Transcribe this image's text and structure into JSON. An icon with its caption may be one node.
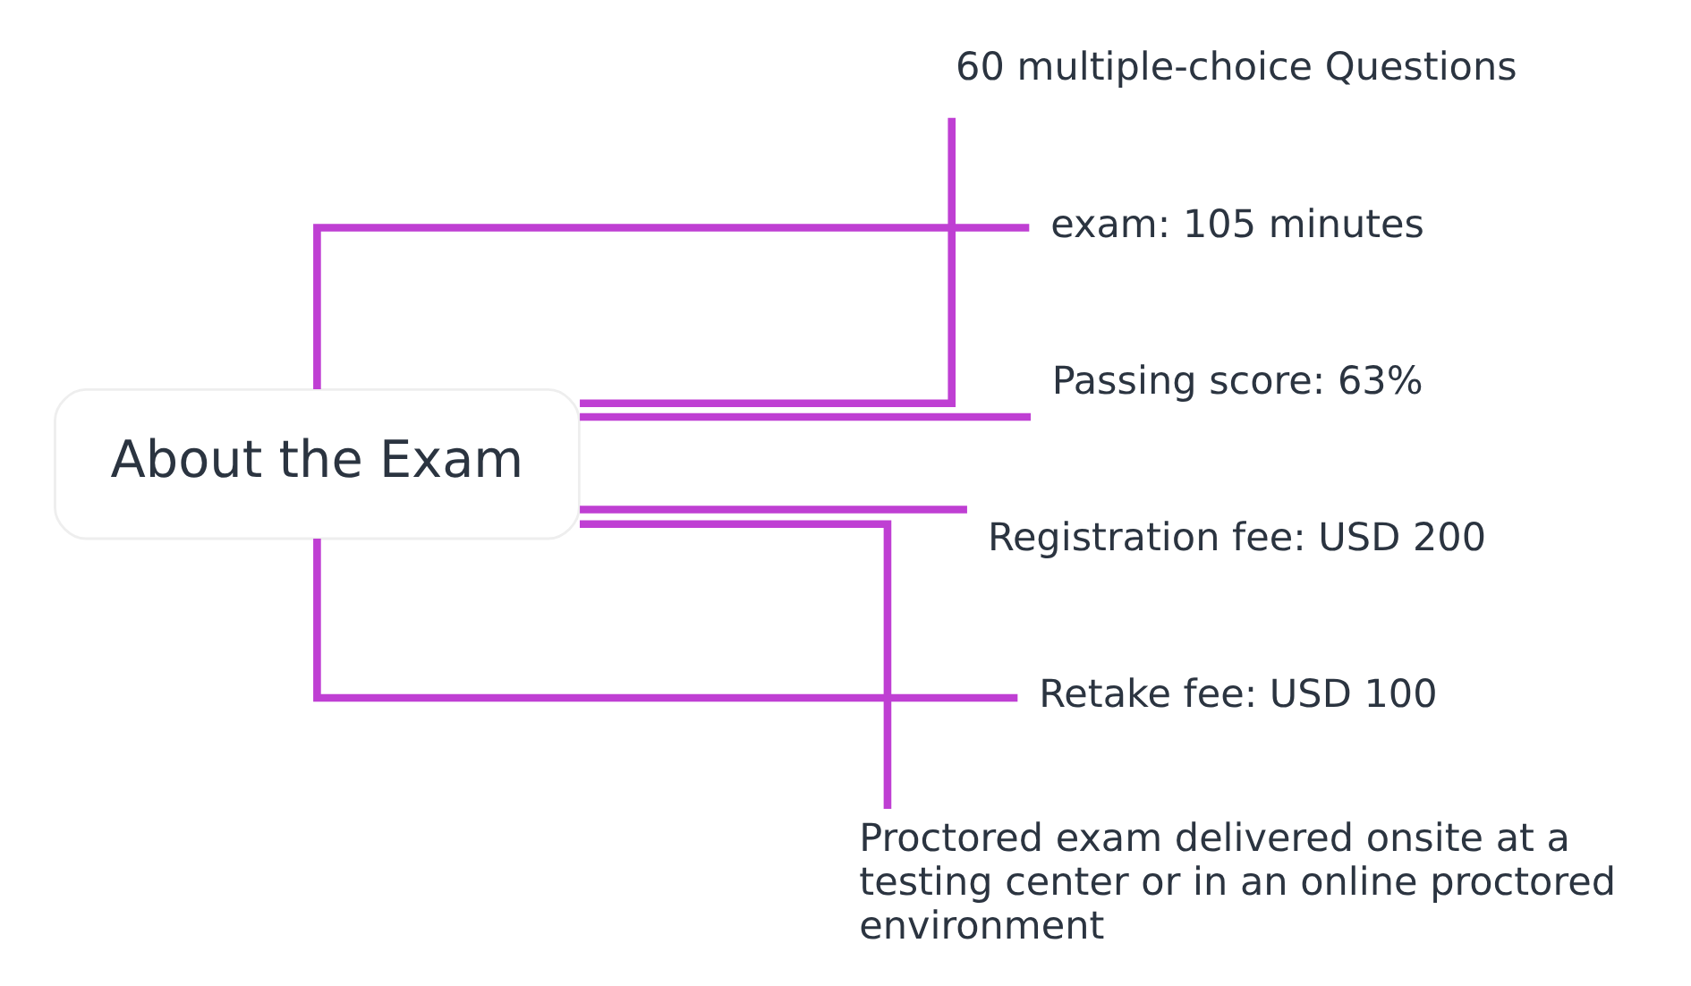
{
  "diagram": {
    "nodes": [
      {
        "text": [
          "About the Exam"
        ]
      },
      {
        "text": [
          "60 multiple-choice Questions"
        ]
      },
      {
        "text": [
          "exam: 105 minutes"
        ]
      },
      {
        "text": [
          "Passing score: 63%"
        ]
      },
      {
        "text": [
          "Registration fee: USD 200"
        ]
      },
      {
        "text": [
          "Retake fee: USD 100"
        ]
      },
      {
        "text": [
          "Proctored exam delivered onsite at a testing center or in an online proctored environment"
        ]
      }
    ],
    "edges": [
      {
        "from": 0,
        "to": 1,
        "arrow": "none"
      },
      {
        "from": 0,
        "to": 2,
        "arrow": "none"
      },
      {
        "from": 0,
        "to": 3,
        "arrow": "none"
      },
      {
        "from": 0,
        "to": 4,
        "arrow": "none"
      },
      {
        "from": 0,
        "to": 5,
        "arrow": "none"
      },
      {
        "from": 0,
        "to": 6,
        "arrow": "none"
      }
    ]
  }
}
